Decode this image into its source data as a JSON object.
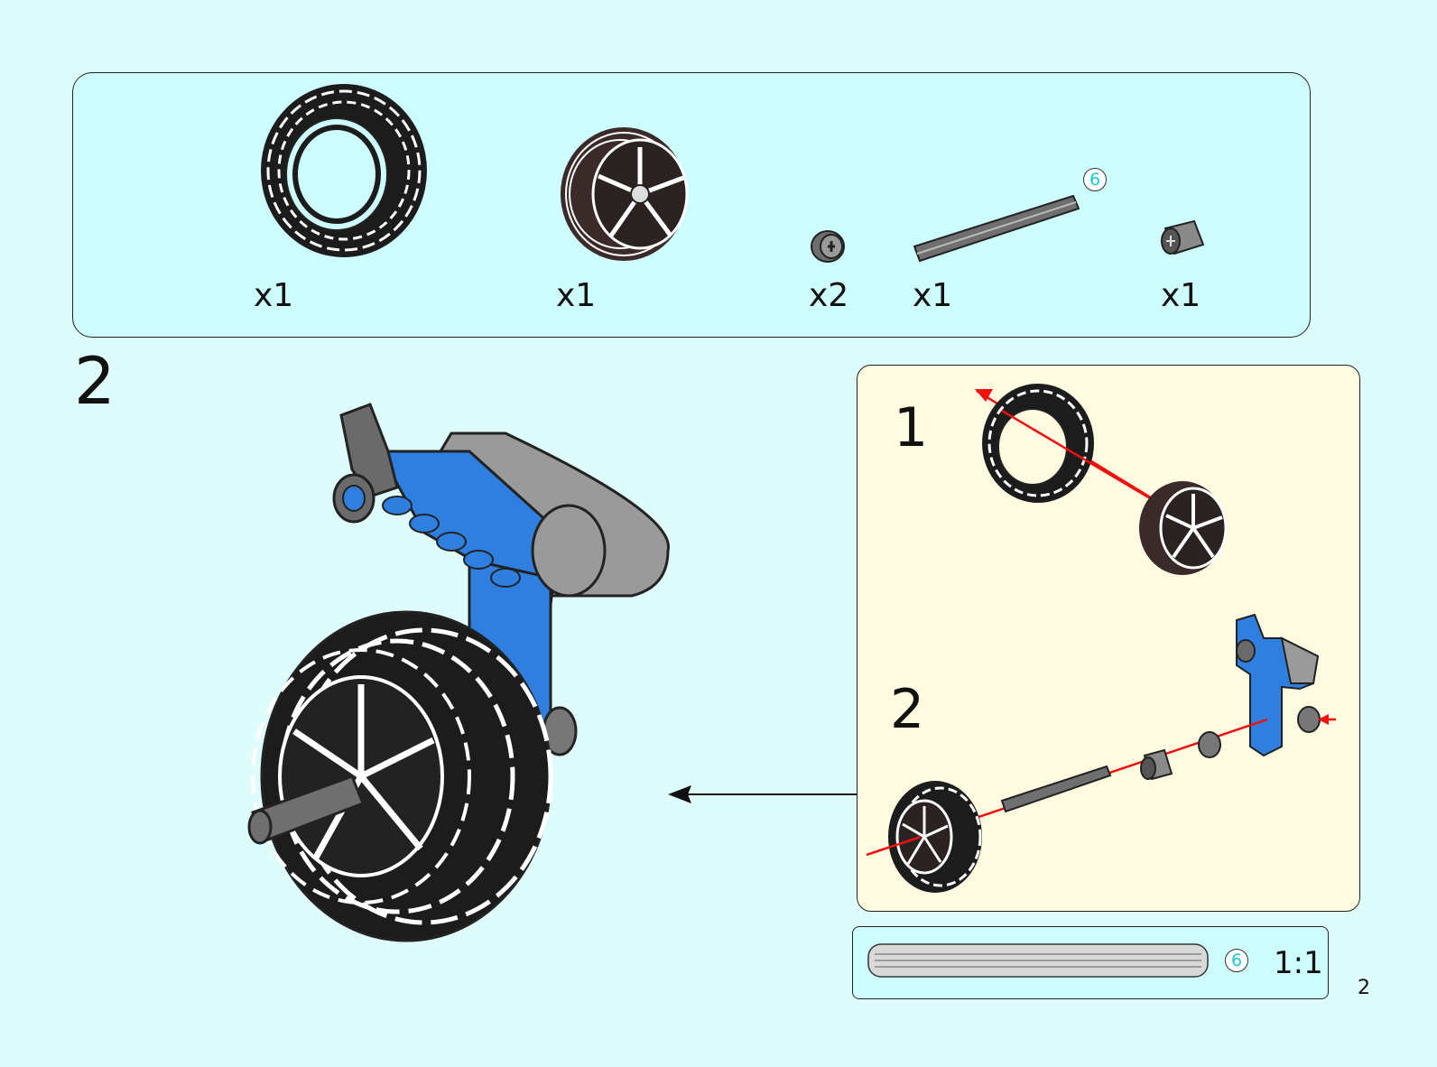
{
  "parts_list": {
    "items": [
      {
        "name": "tire",
        "quantity": "x1"
      },
      {
        "name": "wheel-rim",
        "quantity": "x1"
      },
      {
        "name": "bush",
        "quantity": "x2"
      },
      {
        "name": "axle",
        "quantity": "x1",
        "length_badge": "6"
      },
      {
        "name": "axle-connector",
        "quantity": "x1"
      }
    ]
  },
  "step": {
    "number": "2"
  },
  "sub_steps": [
    {
      "number": "1"
    },
    {
      "number": "2"
    }
  ],
  "ruler": {
    "length_badge": "6",
    "scale": "1:1"
  },
  "page": {
    "number": "2"
  },
  "colors": {
    "background": "#dffcfd",
    "panel": "#cdfdfe",
    "sub_panel": "#fffbe1",
    "beam_blue": "#2f7fe0",
    "beam_gray": "#9a9a9a",
    "arrow_red": "#f01010",
    "badge_text": "#19c8d2"
  }
}
